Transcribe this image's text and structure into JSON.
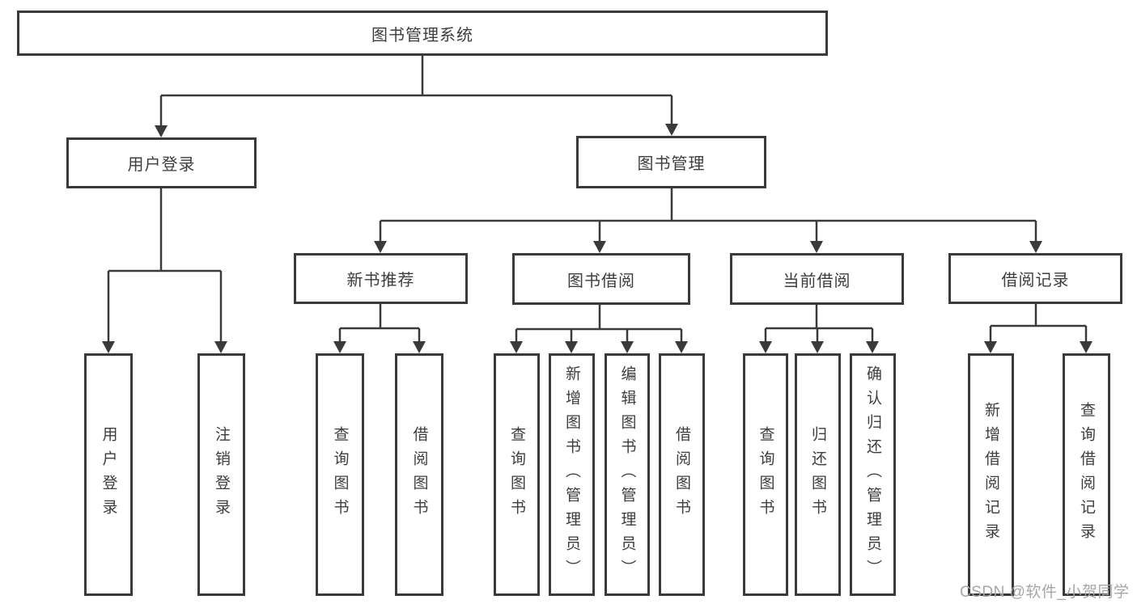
{
  "tree": {
    "label": "图书管理系统",
    "children": [
      {
        "label": "用户登录",
        "children": [
          {
            "label": "用户登录"
          },
          {
            "label": "注销登录"
          }
        ]
      },
      {
        "label": "图书管理",
        "children": [
          {
            "label": "新书推荐",
            "children": [
              {
                "label": "查询图书"
              },
              {
                "label": "借阅图书"
              }
            ]
          },
          {
            "label": "图书借阅",
            "children": [
              {
                "label": "查询图书"
              },
              {
                "label": "新增图书（管理员）"
              },
              {
                "label": "编辑图书（管理员）"
              },
              {
                "label": "借阅图书"
              }
            ]
          },
          {
            "label": "当前借阅",
            "children": [
              {
                "label": "查询图书"
              },
              {
                "label": "归还图书"
              },
              {
                "label": "确认归还（管理员）"
              }
            ]
          },
          {
            "label": "借阅记录",
            "children": [
              {
                "label": "新增借阅记录"
              },
              {
                "label": "查询借阅记录"
              }
            ]
          }
        ]
      }
    ]
  },
  "watermark": {
    "text": "CSDN @软件_小贺同学"
  },
  "colors": {
    "line": "#3a3a3a",
    "box_border": "#3a3a3a",
    "text": "#3d3d3d",
    "watermark": "#a6a6a6",
    "background": "#ffffff"
  }
}
